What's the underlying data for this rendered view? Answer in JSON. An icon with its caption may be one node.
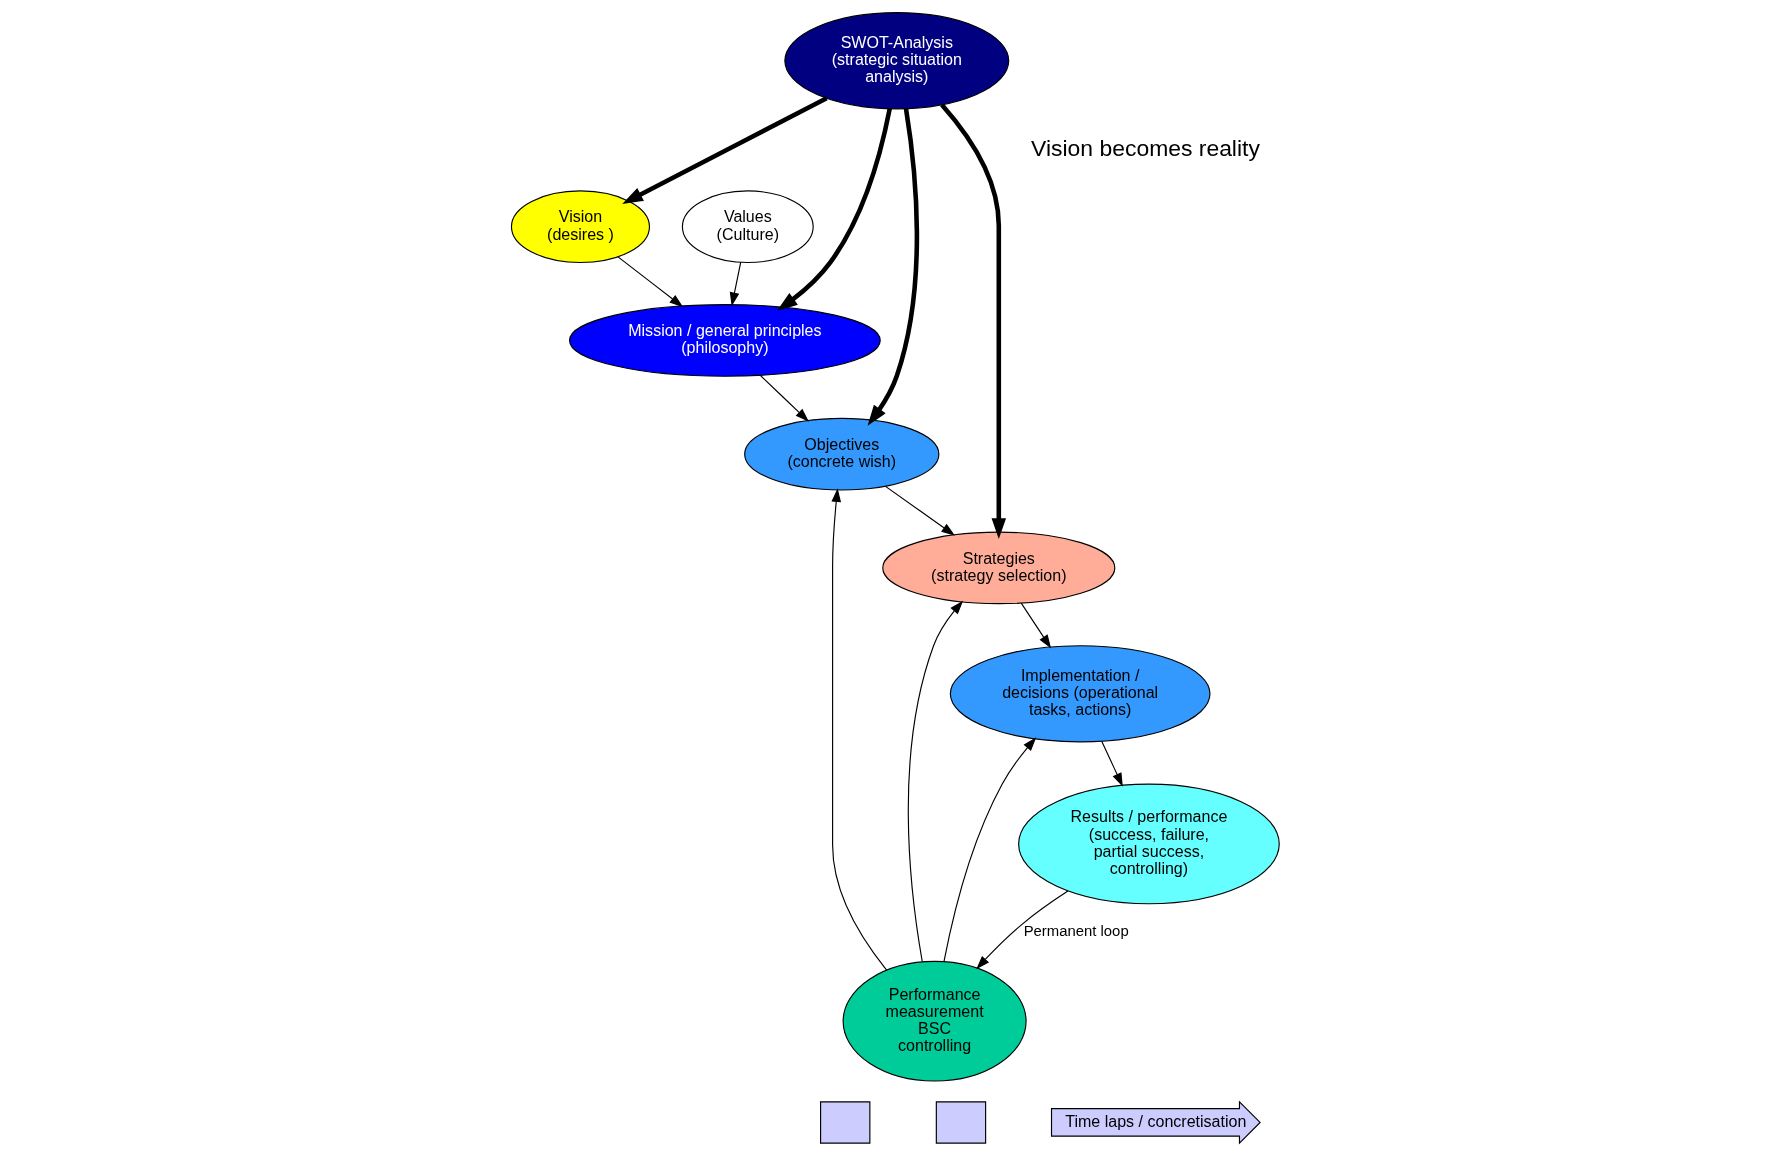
{
  "diagram": {
    "nodes": [
      {
        "text": [
          "Vision",
          "(desires )"
        ]
      },
      {
        "text": [
          "Mission / general principles",
          "(philosophy)"
        ]
      },
      {
        "text": [
          "Values",
          "(Culture)"
        ]
      },
      {
        "text": [
          "Objectives",
          "(concrete wish)"
        ]
      },
      {
        "text": [
          "SWOT-Analysis (strategic situation analysis)"
        ]
      },
      {
        "text": [
          "Strategies",
          "(strategy selection)"
        ]
      },
      {
        "text": [
          "Implementation / decisions (operational tasks, actions)"
        ]
      },
      {
        "text": [
          "Performance measurement BSC controlling"
        ]
      },
      {
        "text": [
          "Results / performance",
          "(success, failure, partial success, controlling)"
        ]
      },
      {
        "text": [],
        "shape": "box"
      },
      {
        "text": [],
        "shape": "box"
      },
      {
        "text": [
          "Time laps / concretisation"
        ]
      }
    ],
    "edges": [
      {
        "from": 4,
        "to": 0,
        "arrow": "to",
        "style": "thick"
      },
      {
        "from": 0,
        "to": 1,
        "arrow": "to"
      },
      {
        "from": 4,
        "to": 1,
        "arrow": "to",
        "style": "thick"
      },
      {
        "from": 2,
        "to": 1,
        "arrow": "to"
      },
      {
        "from": 4,
        "to": 3,
        "arrow": "to",
        "style": "thick"
      },
      {
        "from": 1,
        "to": 3,
        "arrow": "to"
      },
      {
        "from": 4,
        "to": 5,
        "arrow": "to",
        "style": "thick"
      },
      {
        "from": 3,
        "to": 5,
        "arrow": "to"
      },
      {
        "from": 7,
        "to": 3,
        "arrow": "to"
      },
      {
        "from": 7,
        "to": 5,
        "arrow": "to"
      },
      {
        "from": 5,
        "to": 6,
        "arrow": "to"
      },
      {
        "from": 7,
        "to": 6,
        "arrow": "to"
      },
      {
        "from": 6,
        "to": 8,
        "arrow": "to"
      },
      {
        "from": 8,
        "to": 7,
        "arrow": "to",
        "label": "Permanent loop"
      }
    ],
    "labels": [
      "Vision becomes reality"
    ]
  }
}
